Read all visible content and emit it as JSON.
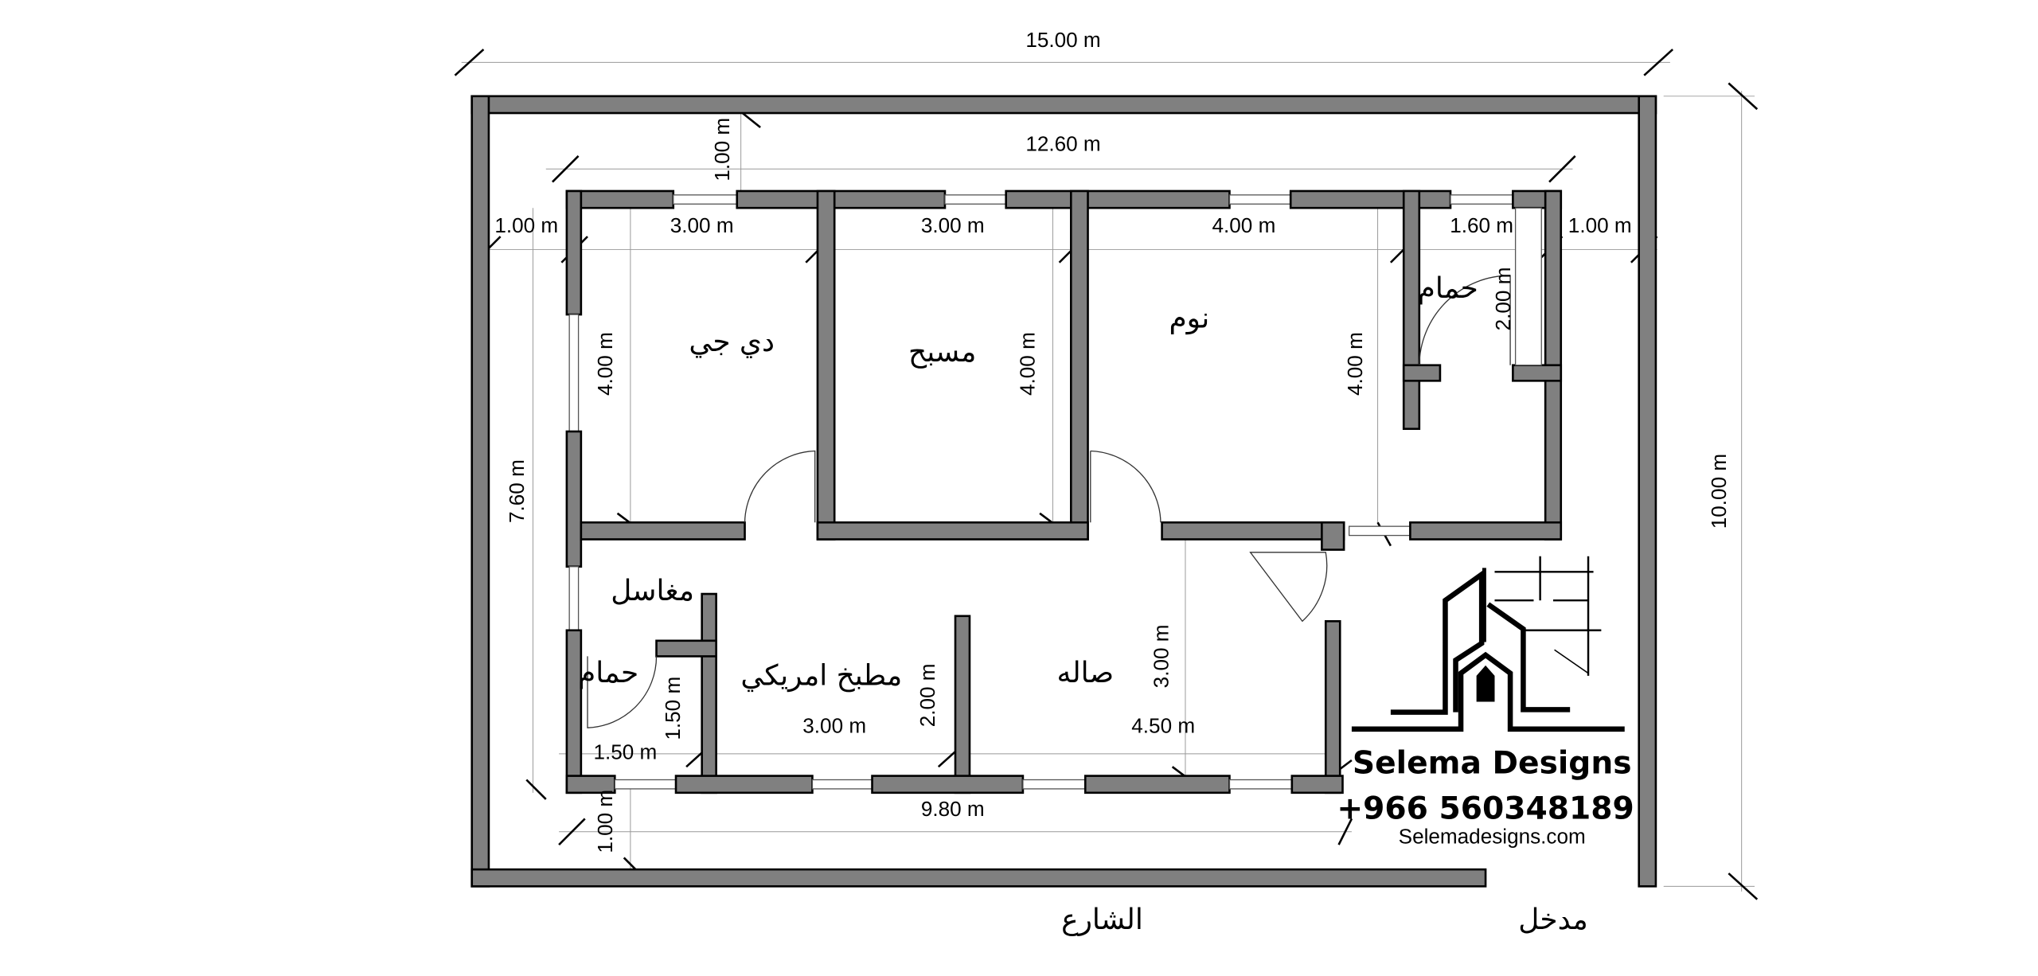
{
  "plan": {
    "dimensions": {
      "overall_width": "15.00 m",
      "house_width": "12.60 m",
      "front_setback": "1.00 m",
      "left_setback": "1.00 m",
      "room1_width": "3.00 m",
      "room2_width": "3.00 m",
      "room3_width": "4.00 m",
      "bath_width": "1.60 m",
      "right_setback": "1.00 m",
      "bath_depth": "2.00 m",
      "room1_depth": "4.00 m",
      "room2_depth": "4.00 m",
      "room3_depth": "4.00 m",
      "house_depth": "7.60 m",
      "overall_depth": "10.00 m",
      "hall_depth": "3.00 m",
      "kitchen_depth": "2.00 m",
      "bath2_depth": "1.50 m",
      "kitchen_width": "3.00 m",
      "hall_width": "4.50 m",
      "bath2_width": "1.50 m",
      "lower_width": "9.80 m",
      "rear_setback": "1.00 m"
    },
    "rooms": {
      "dj": "دي جي",
      "pool": "مسبح",
      "bedroom": "نوم",
      "bath1": "حمام",
      "sinks": "مغاسل",
      "bath2": "حمام",
      "kitchen": "مطبخ امريكي",
      "hall": "صاله"
    },
    "street": "الشارع",
    "entrance": "مدخل"
  },
  "brand": {
    "name": "Selema Designs",
    "phone": "+966 560348189",
    "website": "Selemadesigns.com"
  },
  "colors": {
    "wall": "#808080",
    "outline": "#000000"
  }
}
